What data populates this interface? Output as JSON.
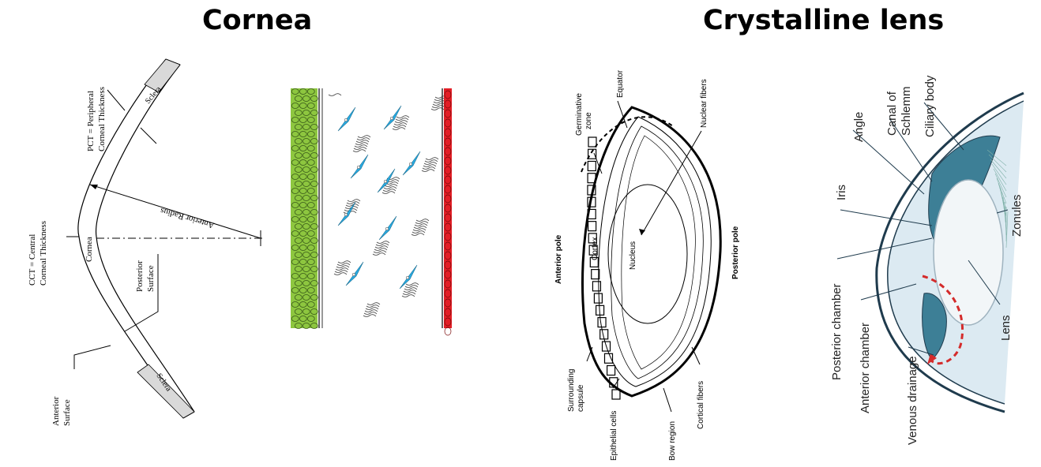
{
  "headings": {
    "cornea": "Cornea",
    "lens": "Crystalline lens"
  },
  "cornea_profile": {
    "pct_line1": "PCT = Peripheral",
    "pct_line2": "Corneal Thickness",
    "sclera_top": "Sclera",
    "sclera_bottom": "Sclera",
    "anterior_radius": "Anterior Radius",
    "cct_line1": "CCT = Central",
    "cct_line2": "Corneal Thickness",
    "cornea": "Cornea",
    "posterior_line1": "Posterior",
    "posterior_line2": "Surface",
    "anterior_line1": "Anterior",
    "anterior_line2": "Surface"
  },
  "lens_section": {
    "germinative_line1": "Germinative",
    "germinative_line2": "zone",
    "equator": "Equator",
    "nuclear_fibers": "Nuclear fibers",
    "anterior_pole": "Anterior pole",
    "cortex": "Cortex",
    "nucleus": "Nucleus",
    "posterior_pole": "Posterior pole",
    "surrounding_line1": "Surrounding",
    "surrounding_line2": "capsule",
    "epithelial_cells": "Epithelial cells",
    "bow_region": "Bow region",
    "cortical_fibers": "Cortical fibers"
  },
  "eye_section": {
    "angle": "Angle",
    "schlemm_line1": "Canal of",
    "schlemm_line2": "Schlemm",
    "ciliary_body": "Ciliary body",
    "iris": "Iris",
    "zonules": "Zonules",
    "posterior_chamber": "Posterior chamber",
    "anterior_chamber": "Anterior chamber",
    "venous_drainage": "Venous drainage",
    "lens": "Lens"
  },
  "colors": {
    "epithelium": "#8dc63f",
    "keratocyte": "#29abe2",
    "endothelium": "#e21e26",
    "iris_tissue": "#3d7f96",
    "chamber_fill": "#dceaf2",
    "drainage_arrow": "#d42b2b"
  }
}
